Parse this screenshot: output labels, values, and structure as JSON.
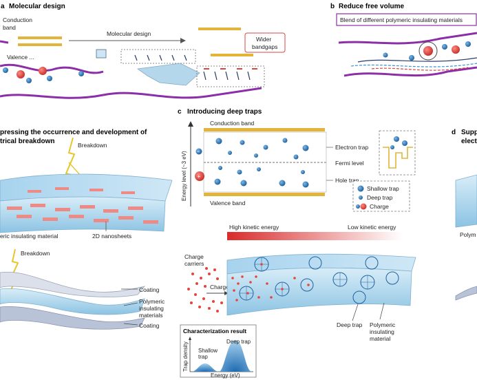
{
  "panel_a": {
    "letter": "a",
    "title": "Molecular design",
    "conduction": "Conduction",
    "band": "band",
    "valence": "Valence ...",
    "mid_label": "Molecular design",
    "callout": [
      "Wider",
      "bandgaps"
    ]
  },
  "panel_b": {
    "letter": "b",
    "title": "Reduce free volume",
    "box_label": "Blend of different polymeric insulating materials"
  },
  "panel_left": {
    "title_line1": "pressing the occurrence and development of",
    "title_line2": "trical breakdown",
    "breakdown_top": "Breakdown",
    "material_label": "eric insulating material",
    "nanosheets_label": "2D nanosheets",
    "breakdown_bottom": "Breakdown",
    "coating_top": "Coating",
    "polymeric": [
      "Polymeric",
      "insulating",
      "materials"
    ],
    "coating_bottom": "Coating"
  },
  "panel_c": {
    "letter": "c",
    "title": "Introducing deep traps",
    "y_axis": "Energy level (~3 eV)",
    "conduction_band": "Conduction band",
    "electron_trap": "Electron trap",
    "fermi_level": "Fermi level",
    "hole_trap": "Hole trap",
    "valence_band": "Valence band",
    "legend": {
      "shallow": "Shallow trap",
      "deep": "Deep trap",
      "charge": "Charge"
    },
    "gradient_high": "High kinetic energy",
    "gradient_low": "Low kinetic energy",
    "charge_carriers": [
      "Charge",
      "carriers"
    ],
    "charge_arrow": "Charge",
    "deep_trap": "Deep trap",
    "polymeric": [
      "Polymeric",
      "insulating",
      "material"
    ],
    "characterization": {
      "title": "Characterization result",
      "y_label": "Trap density",
      "x_label": "Energy (eV)",
      "shallow_peak": [
        "Shallow",
        "trap"
      ],
      "deep_peak": "Deep trap"
    }
  },
  "panel_d": {
    "letter": "d",
    "title_line1": "Supp",
    "title_line2": "electr",
    "polymer_label": "Polym"
  },
  "colors": {
    "band_gold": "#e2b53a",
    "purple": "#8b2ea8",
    "trap_blue": "#1f6fb8",
    "charge_red": "#e2463f",
    "material_blue": "#b9dcf0"
  }
}
